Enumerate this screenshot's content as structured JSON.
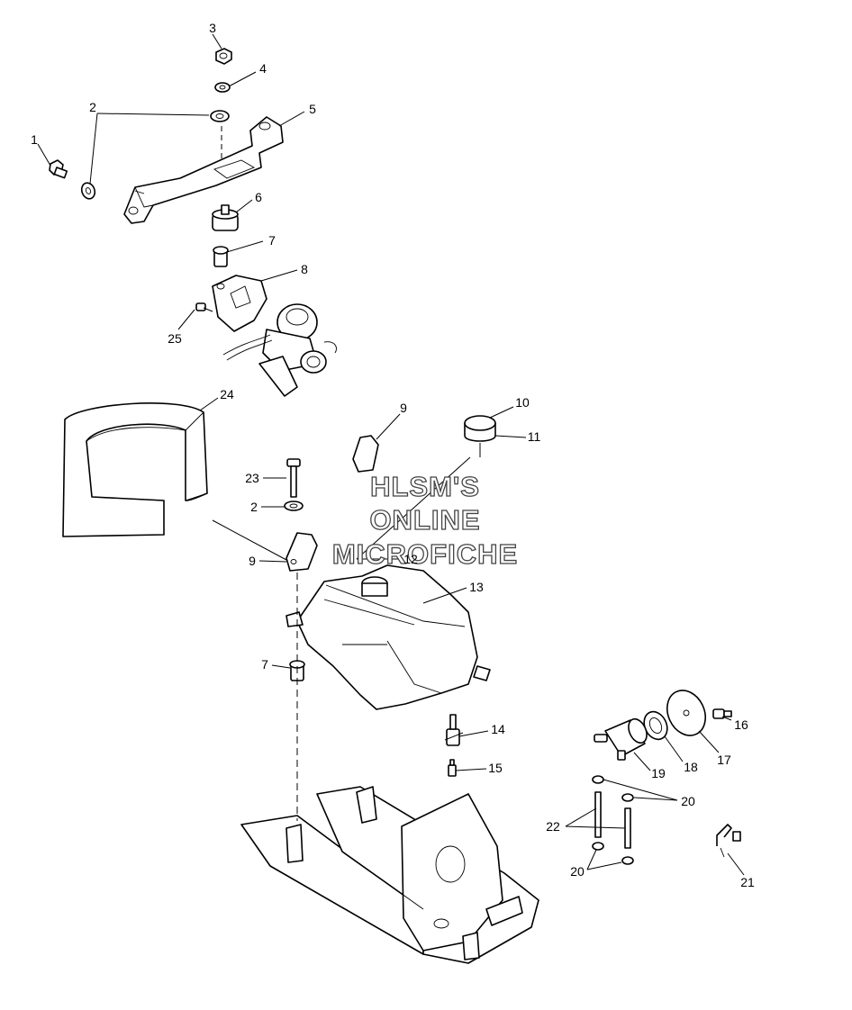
{
  "watermark": {
    "line1": "HLSM'S",
    "line2": "ONLINE",
    "line3": "MICROFICHE"
  },
  "callouts": {
    "c1": "1",
    "c2a": "2",
    "c2b": "2",
    "c3": "3",
    "c4": "4",
    "c5": "5",
    "c6": "6",
    "c7a": "7",
    "c7b": "7",
    "c8": "8",
    "c9a": "9",
    "c9b": "9",
    "c10": "10",
    "c11": "11",
    "c12": "12",
    "c13": "13",
    "c14": "14",
    "c15": "15",
    "c16": "16",
    "c17": "17",
    "c18": "18",
    "c19": "19",
    "c20a": "20",
    "c20b": "20",
    "c21": "21",
    "c22": "22",
    "c23": "23",
    "c24": "24",
    "c25": "25"
  }
}
